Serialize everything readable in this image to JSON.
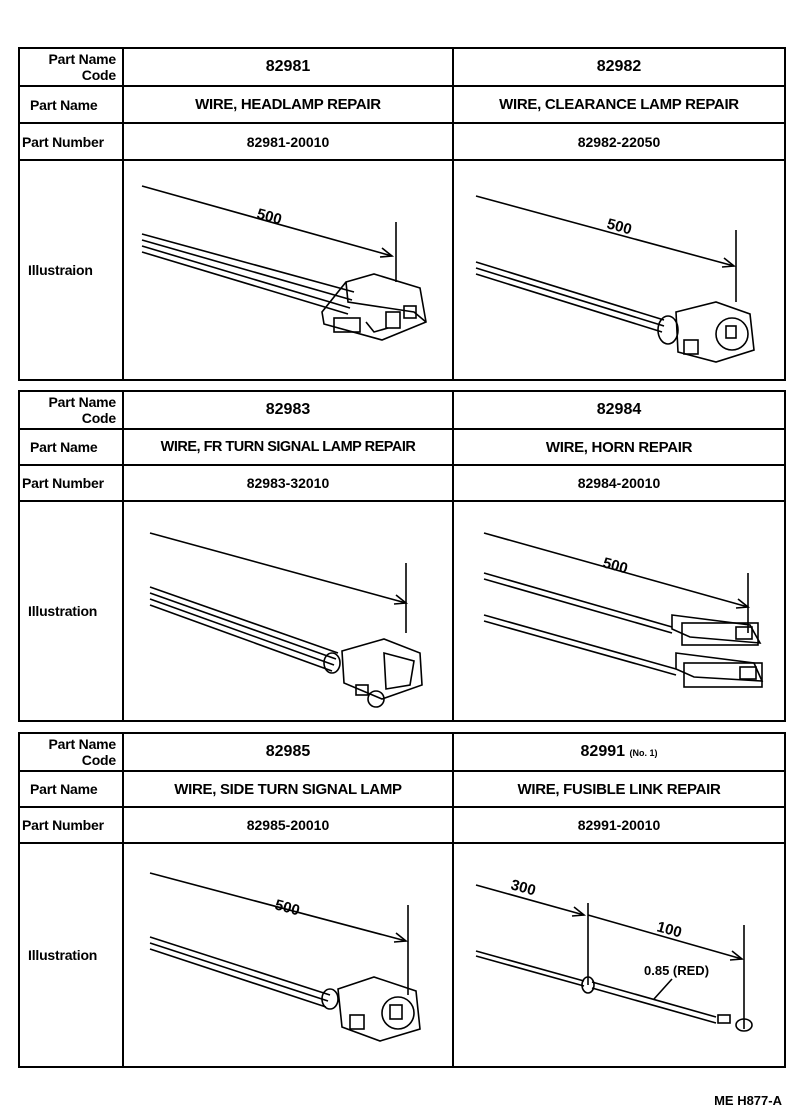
{
  "labels": {
    "part_name_code_1": "Part Name",
    "part_name_code_2": "Code",
    "part_name": "Part Name",
    "part_number": "Part Number",
    "illustration_misspelled": "Illustraion",
    "illustration": "Illustration"
  },
  "parts": [
    {
      "code": "82981",
      "name": "WIRE, HEADLAMP REPAIR",
      "number": "82981-20010",
      "dimension": "500"
    },
    {
      "code": "82982",
      "name": "WIRE, CLEARANCE LAMP REPAIR",
      "number": "82982-22050",
      "dimension": "500"
    },
    {
      "code": "82983",
      "name": "WIRE, FR TURN SIGNAL LAMP REPAIR",
      "number": "82983-32010",
      "dimension": ""
    },
    {
      "code": "82984",
      "name": "WIRE, HORN REPAIR",
      "number": "82984-20010",
      "dimension": "500"
    },
    {
      "code": "82985",
      "name": "WIRE, SIDE TURN SIGNAL LAMP",
      "number": "82985-20010",
      "dimension": "500"
    },
    {
      "code": "82991",
      "code_note": "(No. 1)",
      "name": "WIRE, FUSIBLE LINK REPAIR",
      "number": "82991-20010",
      "dimension_1": "300",
      "dimension_2": "100",
      "wire_label": "0.85 (RED)"
    }
  ],
  "footer": "ME H877-A"
}
